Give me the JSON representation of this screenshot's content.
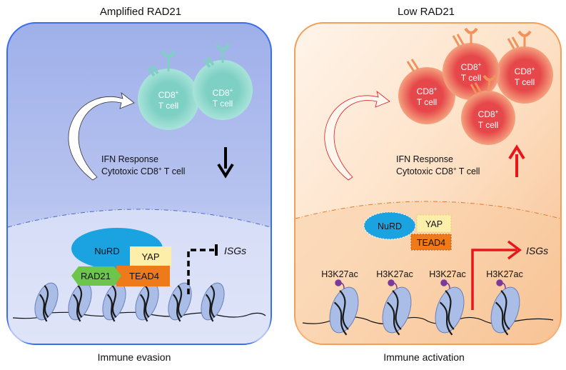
{
  "left_panel": {
    "title": "Amplified RAD21",
    "footer": "Immune evasion",
    "cells": [
      {
        "line1": "CD8",
        "sup": "+",
        "line2": "T cell"
      },
      {
        "line1": "CD8",
        "sup": "+",
        "line2": "T cell"
      }
    ],
    "response_line1": "IFN Response",
    "response_line2a": "Cytotoxic CD8",
    "response_sup": "+",
    "response_line2b": " T cell",
    "complex": {
      "nurd": "NuRD",
      "yap": "YAP",
      "rad21": "RAD21",
      "tead4": "TEAD4"
    },
    "gene": "ISGs",
    "arrow_direction": "down",
    "colors": {
      "border": "#3a6ee8",
      "fill_top": "#9fb0ea",
      "fill_bottom": "#d7ddf7",
      "arrow": "#000000"
    }
  },
  "right_panel": {
    "title": "Low RAD21",
    "footer": "Immune activation",
    "cells": [
      {
        "line1": "CD8",
        "sup": "+",
        "line2": "T cell"
      },
      {
        "line1": "CD8",
        "sup": "+",
        "line2": "T cell"
      },
      {
        "line1": "CD8",
        "sup": "+",
        "line2": "T cell"
      },
      {
        "line1": "CD8",
        "sup": "+",
        "line2": "T cell"
      }
    ],
    "response_line1": "IFN Response",
    "response_line2a": "Cytotoxic CD8",
    "response_sup": "+",
    "response_line2b": " T cell",
    "complex": {
      "nurd": "NuRD",
      "yap": "YAP",
      "tead4": "TEAD4"
    },
    "marks": [
      "H3K27ac",
      "H3K27ac",
      "H3K27ac",
      "H3K27ac"
    ],
    "gene": "ISGs",
    "arrow_direction": "up",
    "colors": {
      "border": "#f0a05a",
      "fill_top": "#fdebd8",
      "fill_bottom": "#f8c79c",
      "arrow": "#e8161b"
    }
  }
}
